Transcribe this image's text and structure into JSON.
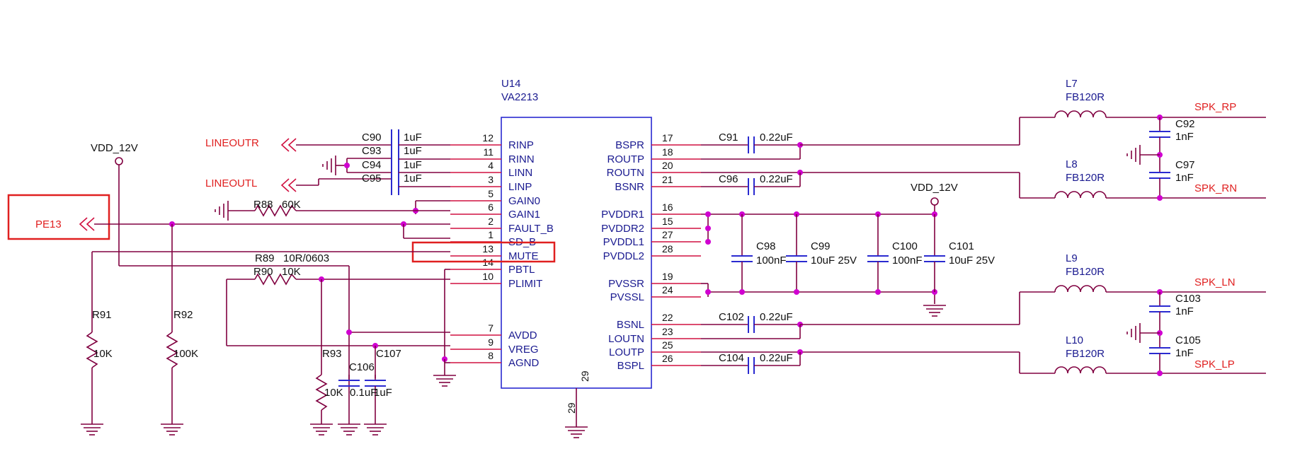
{
  "ic": {
    "ref": "U14",
    "part": "VA2213",
    "left_pins": [
      {
        "num": "12",
        "name": "RINP"
      },
      {
        "num": "11",
        "name": "RINN"
      },
      {
        "num": "4",
        "name": "LINN"
      },
      {
        "num": "3",
        "name": "LINP"
      },
      {
        "num": "5",
        "name": "GAIN0"
      },
      {
        "num": "6",
        "name": "GAIN1"
      },
      {
        "num": "2",
        "name": "FAULT_B"
      },
      {
        "num": "1",
        "name": "SD_B"
      },
      {
        "num": "13",
        "name": "MUTE"
      },
      {
        "num": "14",
        "name": "PBTL"
      },
      {
        "num": "10",
        "name": "PLIMIT"
      },
      {
        "num": "7",
        "name": "AVDD"
      },
      {
        "num": "9",
        "name": "VREG"
      },
      {
        "num": "8",
        "name": "AGND"
      }
    ],
    "right_pins": [
      {
        "num": "17",
        "name": "BSPR"
      },
      {
        "num": "18",
        "name": "ROUTP"
      },
      {
        "num": "20",
        "name": "ROUTN"
      },
      {
        "num": "21",
        "name": "BSNR"
      },
      {
        "num": "16",
        "name": "PVDDR1"
      },
      {
        "num": "15",
        "name": "PVDDR2"
      },
      {
        "num": "27",
        "name": "PVDDL1"
      },
      {
        "num": "28",
        "name": "PVDDL2"
      },
      {
        "num": "19",
        "name": "PVSSR"
      },
      {
        "num": "24",
        "name": "PVSSL"
      },
      {
        "num": "22",
        "name": "BSNL"
      },
      {
        "num": "23",
        "name": "LOUTN"
      },
      {
        "num": "25",
        "name": "LOUTP"
      },
      {
        "num": "26",
        "name": "BSPL"
      }
    ],
    "bottom_pin": "29"
  },
  "nets": {
    "lineoutr": "LINEOUTR",
    "lineoutl": "LINEOUTL",
    "pe13": "PE13",
    "vdd_left": "VDD_12V",
    "vdd_right": "VDD_12V",
    "spk_rp": "SPK_RP",
    "spk_rn": "SPK_RN",
    "spk_ln": "SPK_LN",
    "spk_lp": "SPK_LP"
  },
  "input_caps": [
    {
      "ref": "C90",
      "value": "1uF"
    },
    {
      "ref": "C93",
      "value": "1uF"
    },
    {
      "ref": "C94",
      "value": "1uF"
    },
    {
      "ref": "C95",
      "value": "1uF"
    }
  ],
  "boot_caps": [
    {
      "ref": "C91",
      "value": "0.22uF"
    },
    {
      "ref": "C96",
      "value": "0.22uF"
    },
    {
      "ref": "C102",
      "value": "0.22uF"
    },
    {
      "ref": "C104",
      "value": "0.22uF"
    }
  ],
  "supply_caps": [
    {
      "ref": "C98",
      "value": "100nF"
    },
    {
      "ref": "C99",
      "value": "10uF 25V"
    },
    {
      "ref": "C100",
      "value": "100nF"
    },
    {
      "ref": "C101",
      "value": "10uF 25V"
    }
  ],
  "misc_caps": [
    {
      "ref": "C106",
      "value": "0.1uF"
    },
    {
      "ref": "C107",
      "value": "1uF"
    }
  ],
  "filter_caps": [
    {
      "ref": "C92",
      "value": "1nF"
    },
    {
      "ref": "C97",
      "value": "1nF"
    },
    {
      "ref": "C103",
      "value": "1nF"
    },
    {
      "ref": "C105",
      "value": "1nF"
    }
  ],
  "resistors": {
    "r88": {
      "ref": "R88",
      "value": "60K"
    },
    "r89": {
      "ref": "R89",
      "value": "10R/0603"
    },
    "r90": {
      "ref": "R90",
      "value": "10K"
    },
    "r91": {
      "ref": "R91",
      "value": "10K"
    },
    "r92": {
      "ref": "R92",
      "value": "100K"
    },
    "r93": {
      "ref": "R93",
      "value": "10K"
    }
  },
  "inductors": [
    {
      "ref": "L7",
      "value": "FB120R"
    },
    {
      "ref": "L8",
      "value": "FB120R"
    },
    {
      "ref": "L9",
      "value": "FB120R"
    },
    {
      "ref": "L10",
      "value": "FB120R"
    }
  ],
  "colors": {
    "wire": "#800040",
    "ic_outline": "#2a2ad0",
    "net_label": "#e02020",
    "junction": "#d000d0",
    "highlight": "#e02020"
  }
}
